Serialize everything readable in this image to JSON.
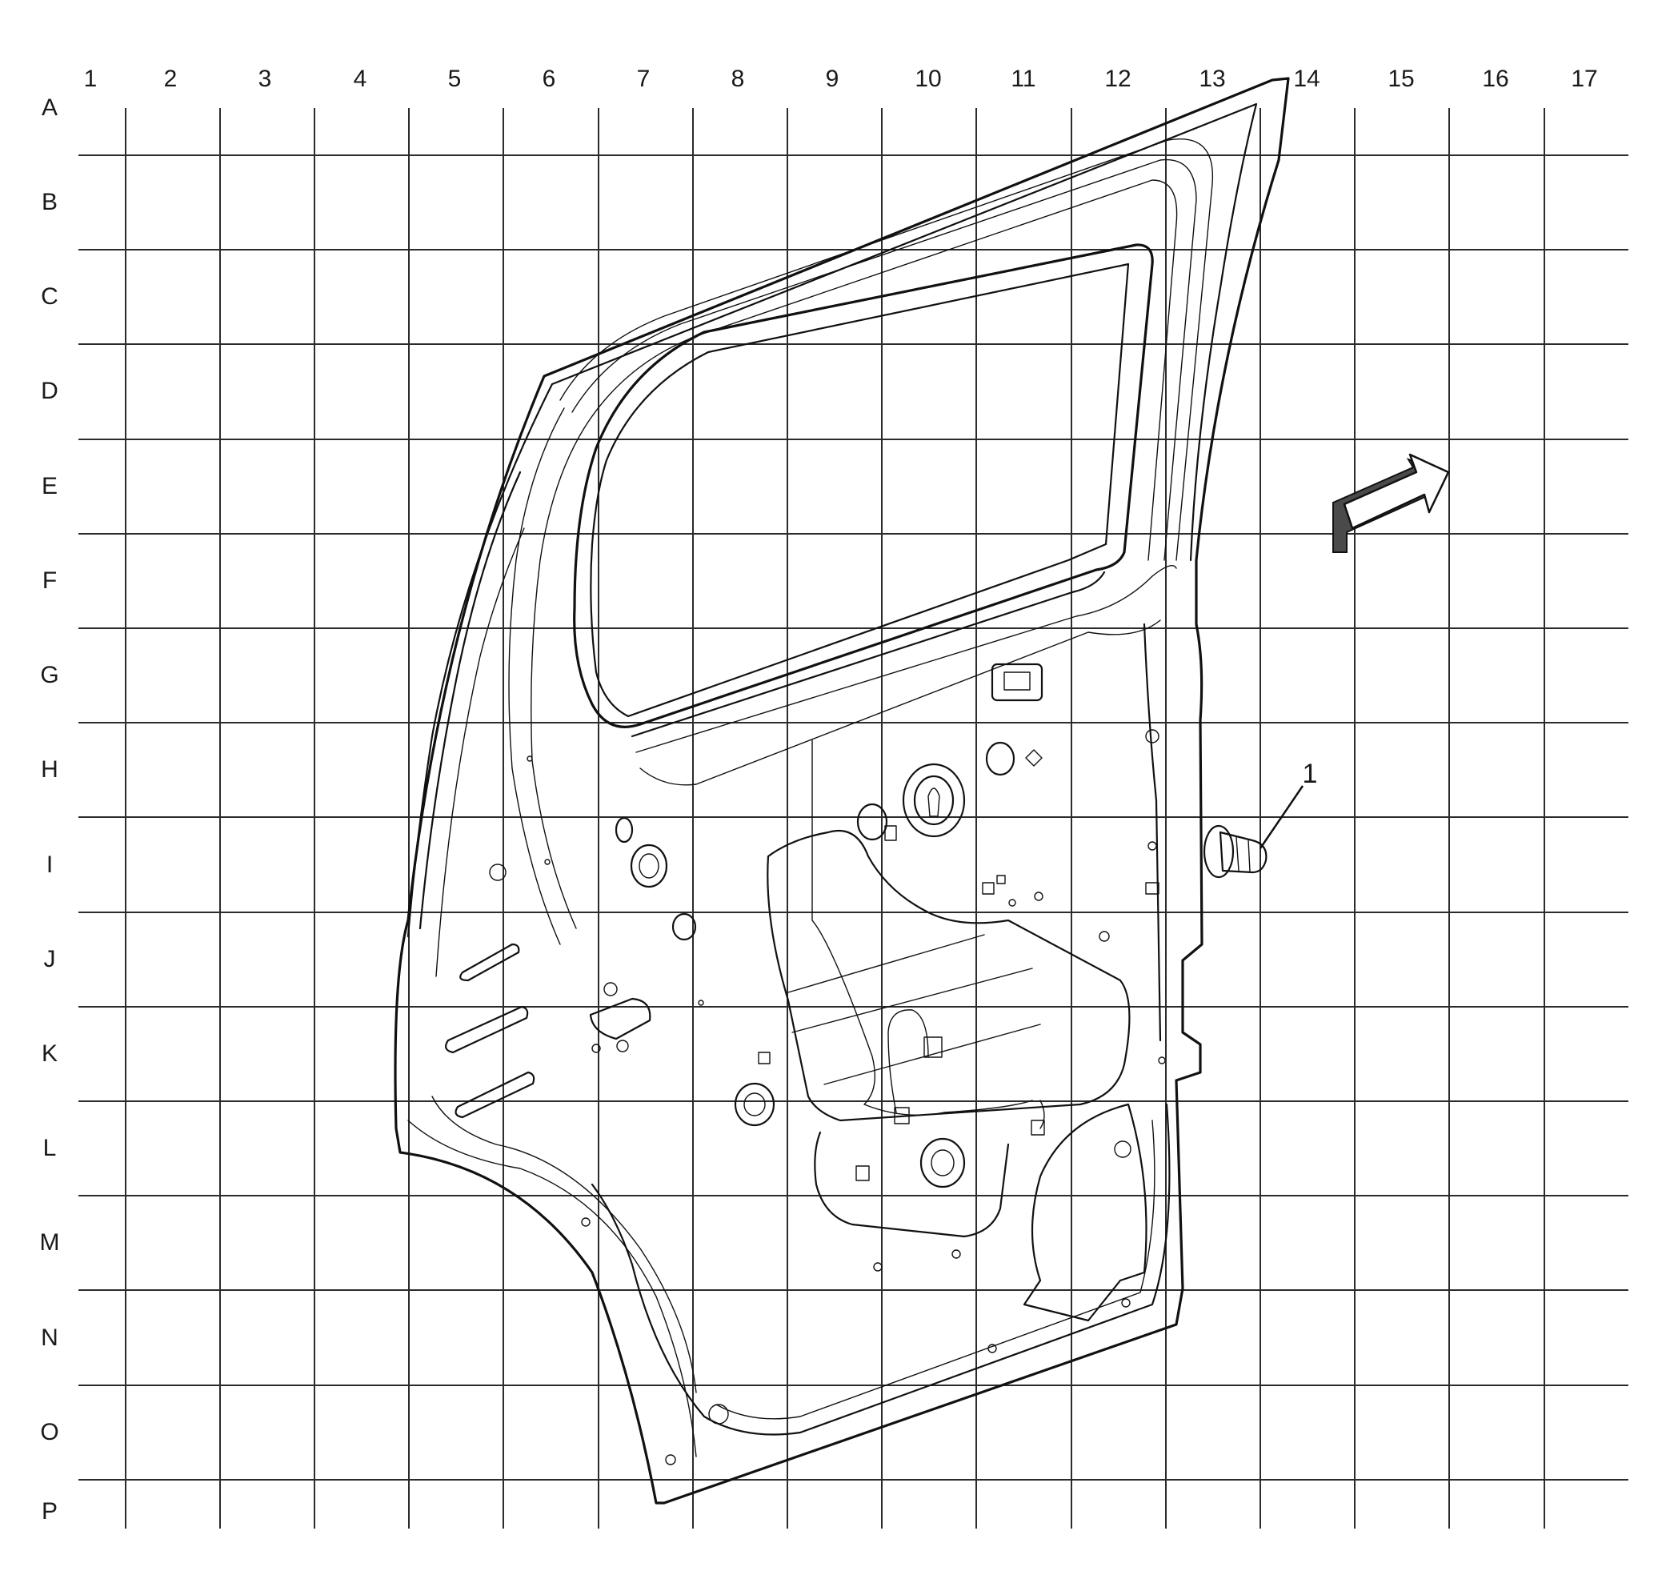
{
  "grid": {
    "columns": [
      "1",
      "2",
      "3",
      "4",
      "5",
      "6",
      "7",
      "8",
      "9",
      "10",
      "11",
      "12",
      "13",
      "14",
      "15",
      "16",
      "17"
    ],
    "rows": [
      "A",
      "B",
      "C",
      "D",
      "E",
      "F",
      "G",
      "H",
      "I",
      "J",
      "K",
      "L",
      "M",
      "N",
      "O",
      "P"
    ]
  },
  "callouts": [
    {
      "label": "1"
    }
  ],
  "arrow": {
    "icon": "direction-arrow-icon"
  },
  "colors": {
    "line": "#111111",
    "grid": "#2b2b2b",
    "background": "#ffffff",
    "arrow_shadow": "#4a4a4a"
  }
}
